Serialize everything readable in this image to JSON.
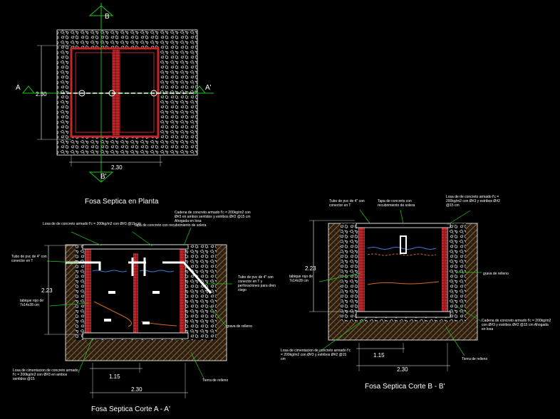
{
  "plan": {
    "title": "Fosa Septica en Planta",
    "section_b": "B",
    "section_b_prime": "B'",
    "section_a": "A",
    "section_a_prime": "A'",
    "dim_height": "2.30",
    "dim_width": "2.30"
  },
  "section_aa": {
    "title": "Fosa Septica Corte A - A'",
    "dim_height": "2.23",
    "dim_partial": "1.15",
    "dim_width": "2.30",
    "labels": {
      "losa_top": "Losa de  de concreto armado f'c = 200kg/m2 con Ø#3 @15 cm",
      "tapa": "Tapa de concreto con recubrimiento de solera",
      "cadena": "Cadena de concreto armado f'c = 200kg/m2 con Ø#3 en ambos sentidos  y estribos Ø#2 @15 cm Ahogada en losa",
      "tubo_in": "Tubo de pvc de 4\" con conector en T",
      "tubo_out": "Tubo de pvc de 4\" con conector en T y perforaciones para dren ciego",
      "tabique": "tabique rojo de 7x14x28 cm",
      "grava": "grava de relleno",
      "losa_base": "Losa de cimentacion de concreto armado f'c = 200kg/m2 con Ø#3 en ambos sentidos @15",
      "tierra": "Tierra de relleno"
    }
  },
  "section_bb": {
    "title": "Fosa Septica Corte B - B'",
    "dim_height": "2.23",
    "dim_partial": "1.15",
    "dim_width": "2.30",
    "labels": {
      "tubo": "Tubo de pvc de 4\" con conector en T",
      "tapa": "Tapa de concreto con recubrimiento de solera",
      "losa_top": "Losa de  de concreto armado f'c = 200kg/m2 con Ø#3 y estribos Ø#2 @15 cm",
      "tabique": "tabique rojo de 7x14x28 cm",
      "grava": "grava de relleno",
      "cadena": "Cadena de concreto armado f'c = 200kg/m2 con Ø#3 y estribos Ø#2 @15 cm Ahogada en losa",
      "losa_base": "Losa de cimentacion de concreto armado f'c = 200kg/m2 con Ø#3 y estribos Ø#2 @15 cm",
      "tierra": "Tierra de relleno"
    }
  },
  "colors": {
    "background": "#000000",
    "wall_brick": "#c0282a",
    "leader": "#1ec81e",
    "text": "#ffffff",
    "soil": "#6b5030",
    "water": "#3a7bd5",
    "sludge": "#d2691e"
  }
}
